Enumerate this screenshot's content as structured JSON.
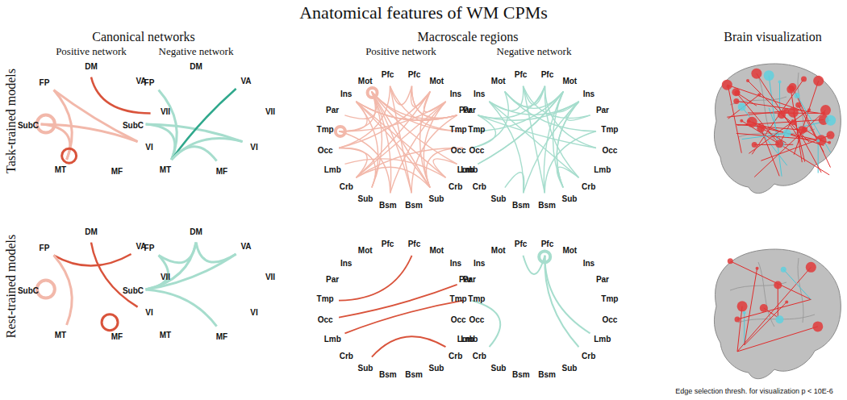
{
  "diagram": {
    "title": "Anatomical features of WM CPMs",
    "labels": [
      "Canonical networks",
      "Macroscale regions",
      "Brain visualization",
      "Positive network",
      "Negative network",
      "Positive network",
      "Negative network",
      "Task-trained models",
      "Rest-trained models",
      "DM",
      "VA",
      "VII",
      "VI",
      "MF",
      "MT",
      "SubC",
      "FP",
      "DM",
      "VA",
      "VII",
      "VI",
      "MF",
      "MT",
      "SubC",
      "FP",
      "Pfc",
      "Mot",
      "Ins",
      "Par",
      "Tmp",
      "Occ",
      "Lmb",
      "Crb",
      "Sub",
      "Bsm",
      "Pfc",
      "Mot",
      "Ins",
      "Par",
      "Tmp",
      "Occ",
      "Lmb",
      "Crb",
      "Sub",
      "Bsm",
      "Pfc",
      "Mot",
      "Ins",
      "Par",
      "Tmp",
      "Occ",
      "Lmb",
      "Crb",
      "Sub",
      "Bsm",
      "Pfc",
      "Mot",
      "Ins",
      "Par",
      "Tmp",
      "Occ",
      "Lmb",
      "Crb",
      "Sub",
      "Bsm",
      "DM",
      "VA",
      "VII",
      "VI",
      "MF",
      "MT",
      "SubC",
      "FP",
      "DM",
      "VA",
      "VII",
      "VI",
      "MF",
      "MT",
      "SubC",
      "FP",
      "Pfc",
      "Mot",
      "Ins",
      "Par",
      "Tmp",
      "Occ",
      "Lmb",
      "Crb",
      "Sub",
      "Bsm",
      "Pfc",
      "Mot",
      "Ins",
      "Par",
      "Tmp",
      "Occ",
      "Lmb",
      "Crb",
      "Sub",
      "Bsm",
      "Pfc",
      "Mot",
      "Ins",
      "Par",
      "Tmp",
      "Occ",
      "Lmb",
      "Crb",
      "Sub",
      "Bsm",
      "Pfc",
      "Mot",
      "Ins",
      "Par",
      "Tmp",
      "Occ",
      "Lmb",
      "Crb",
      "Sub",
      "Bsm",
      "Edge selection thresh. for visualization p < 10E-6"
    ]
  }
}
